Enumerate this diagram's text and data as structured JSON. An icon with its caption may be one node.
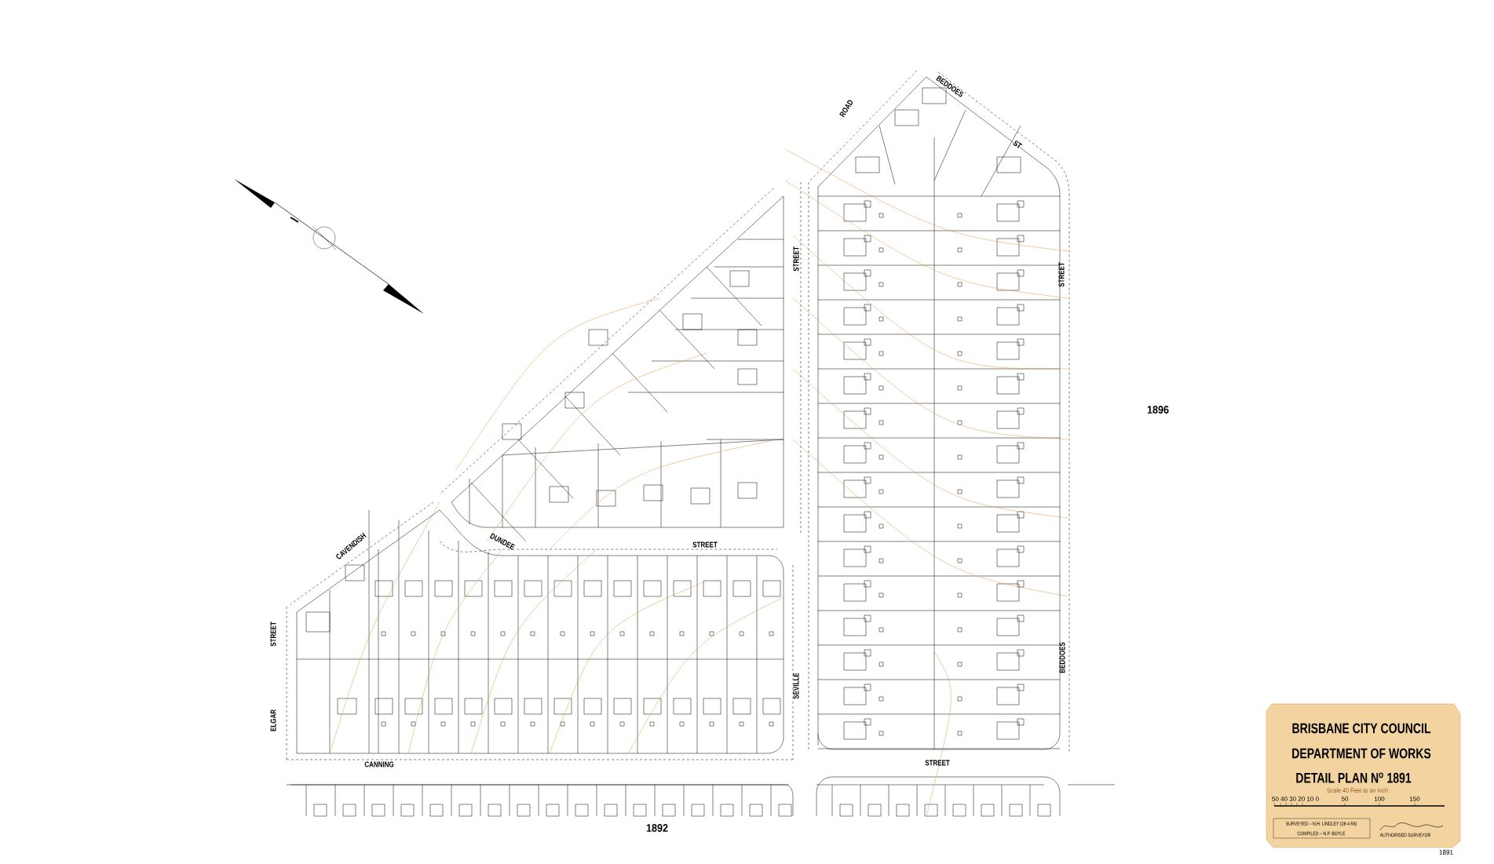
{
  "diagram": {
    "labels": [
      "ROAD",
      "BEDDOES",
      "ST",
      "STREET",
      "STREET",
      "1896",
      "CAVENDISH",
      "DUNDEE",
      "STREET",
      "STREET",
      "ELGAR",
      "SEVILLE",
      "BEDDOES",
      "CANNING",
      "STREET",
      "1892",
      "BRISBANE CITY COUNCIL",
      "DEPARTMENT OF WORKS",
      "DETAIL PLAN N$^{o}$ 1891",
      "Scale 40 Feet to an Inch",
      "50 40 30 20 10 0",
      "50",
      "100",
      "150",
      "SURVEYED – N.H. LINDLEY (28-4-56)",
      "COMPILED – N.P. BOYLE",
      "AUTHORISED SURVEYOR",
      "1891"
    ]
  }
}
